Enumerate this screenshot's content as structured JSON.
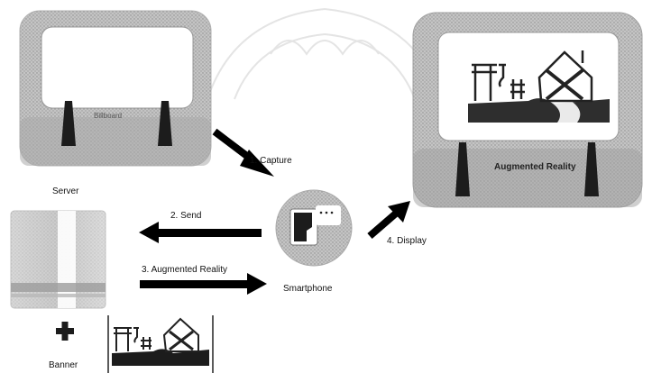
{
  "billboard_small": {
    "label": "Billboard"
  },
  "billboard_large": {
    "label": "Augmented Reality"
  },
  "steps": {
    "capture": "1. Capture",
    "send": "2. Send",
    "augmented": "3. Augmented Reality",
    "display": "4. Display"
  },
  "nodes": {
    "server": "Server",
    "smartphone": "Smartphone",
    "banner": "Banner"
  }
}
